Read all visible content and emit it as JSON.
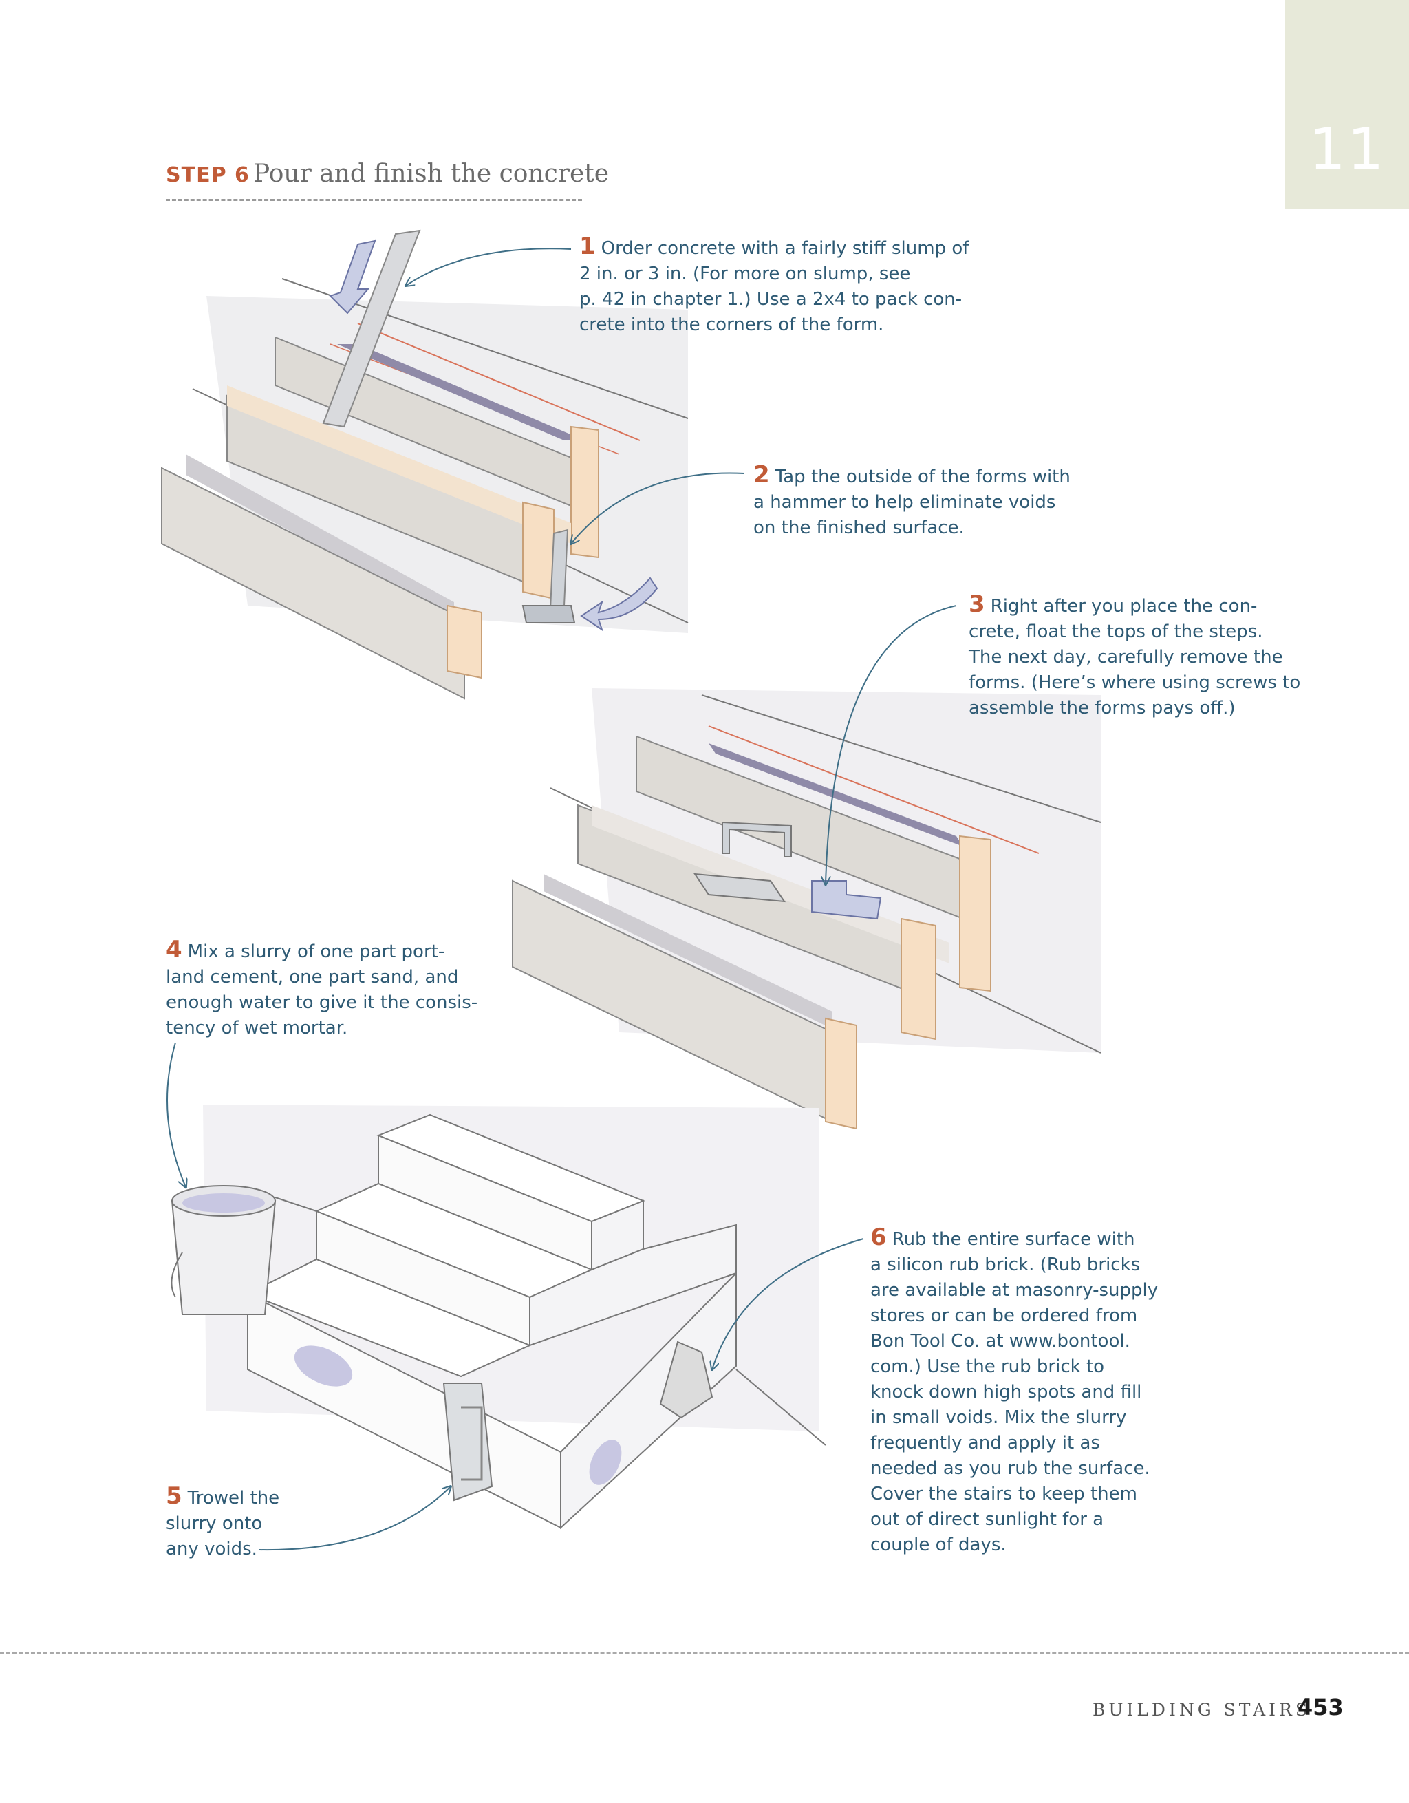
{
  "chapter": {
    "number": "11"
  },
  "step": {
    "label": "STEP 6",
    "title": "Pour and finish the concrete"
  },
  "callouts": [
    {
      "num": "1",
      "text": "Order concrete with a fairly stiff slump of\n2 in. or 3 in. (For more on slump, see\np. 42 in chapter 1.) Use a 2x4 to pack con-\ncrete into the corners of the form."
    },
    {
      "num": "2",
      "text": "Tap the outside of the forms with\na hammer to help eliminate voids\non the finished surface."
    },
    {
      "num": "3",
      "text": "Right after you place the con-\ncrete, float the tops of the steps.\nThe next day, carefully remove the\nforms. (Here’s where using screws to\nassemble the forms pays off.)"
    },
    {
      "num": "4",
      "text": "Mix a slurry of one part port-\nland cement, one part sand, and\nenough water to give it the consis-\ntency of wet mortar."
    },
    {
      "num": "5",
      "text": "Trowel the\nslurry onto\nany voids."
    },
    {
      "num": "6",
      "text": "Rub the entire surface with\na silicon rub brick. (Rub bricks\nare available at masonry-supply\nstores or can be ordered from\nBon Tool Co. at www.bontool.\ncom.) Use the rub brick to\nknock down high spots and fill\nin small voids. Mix the slurry\nfrequently and apply it as\nneeded as you rub the surface.\nCover the stairs to keep them\nout of direct sunlight for a\ncouple of days."
    }
  ],
  "footer": {
    "section": "BUILDING STAIRS",
    "page": "453"
  },
  "colors": {
    "accent": "#c15b37",
    "body_text": "#2e5a74",
    "chapter_tab": "#e7e9d9"
  }
}
